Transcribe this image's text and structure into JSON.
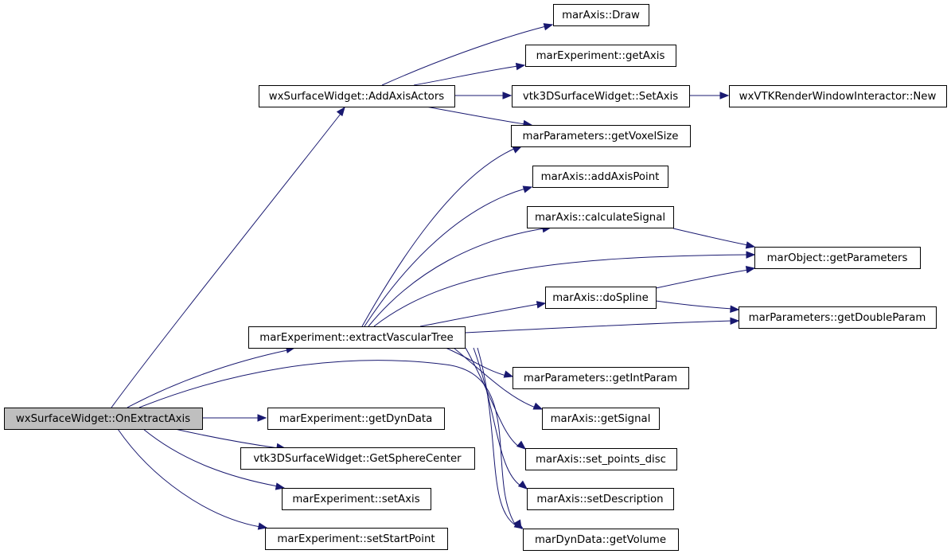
{
  "nodes": [
    {
      "id": "root",
      "label": "wxSurfaceWidget::OnExtractAxis",
      "root": true
    },
    {
      "id": "addAxisActors",
      "label": "wxSurfaceWidget::AddAxisActors"
    },
    {
      "id": "extractVascularTree",
      "label": "marExperiment::extractVascularTree"
    },
    {
      "id": "getDynData",
      "label": "marExperiment::getDynData"
    },
    {
      "id": "getSphereCenter",
      "label": "vtk3DSurfaceWidget::GetSphereCenter"
    },
    {
      "id": "setAxis",
      "label": "marExperiment::setAxis"
    },
    {
      "id": "setStartPoint",
      "label": "marExperiment::setStartPoint"
    },
    {
      "id": "axisDraw",
      "label": "marAxis::Draw"
    },
    {
      "id": "getAxis",
      "label": "marExperiment::getAxis"
    },
    {
      "id": "vtkSetAxis",
      "label": "vtk3DSurfaceWidget::SetAxis"
    },
    {
      "id": "rwiNew",
      "label": "wxVTKRenderWindowInteractor::New"
    },
    {
      "id": "getVoxelSize",
      "label": "marParameters::getVoxelSize"
    },
    {
      "id": "addAxisPoint",
      "label": "marAxis::addAxisPoint"
    },
    {
      "id": "calculateSignal",
      "label": "marAxis::calculateSignal"
    },
    {
      "id": "getParameters",
      "label": "marObject::getParameters"
    },
    {
      "id": "doSpline",
      "label": "marAxis::doSpline"
    },
    {
      "id": "getDoubleParam",
      "label": "marParameters::getDoubleParam"
    },
    {
      "id": "getIntParam",
      "label": "marParameters::getIntParam"
    },
    {
      "id": "getSignal",
      "label": "marAxis::getSignal"
    },
    {
      "id": "setPointsDisc",
      "label": "marAxis::set_points_disc"
    },
    {
      "id": "setDescription",
      "label": "marAxis::setDescription"
    },
    {
      "id": "getVolume",
      "label": "marDynData::getVolume"
    }
  ],
  "edges": [
    {
      "from": "root",
      "to": "addAxisActors"
    },
    {
      "from": "root",
      "to": "extractVascularTree"
    },
    {
      "from": "root",
      "to": "getDynData"
    },
    {
      "from": "root",
      "to": "getSphereCenter"
    },
    {
      "from": "root",
      "to": "setAxis"
    },
    {
      "from": "root",
      "to": "setStartPoint"
    },
    {
      "from": "root",
      "to": "getVolume"
    },
    {
      "from": "addAxisActors",
      "to": "axisDraw"
    },
    {
      "from": "addAxisActors",
      "to": "getAxis"
    },
    {
      "from": "addAxisActors",
      "to": "vtkSetAxis"
    },
    {
      "from": "addAxisActors",
      "to": "getVoxelSize"
    },
    {
      "from": "vtkSetAxis",
      "to": "rwiNew"
    },
    {
      "from": "extractVascularTree",
      "to": "getVoxelSize"
    },
    {
      "from": "extractVascularTree",
      "to": "addAxisPoint"
    },
    {
      "from": "extractVascularTree",
      "to": "calculateSignal"
    },
    {
      "from": "extractVascularTree",
      "to": "getParameters"
    },
    {
      "from": "extractVascularTree",
      "to": "doSpline"
    },
    {
      "from": "extractVascularTree",
      "to": "getDoubleParam"
    },
    {
      "from": "extractVascularTree",
      "to": "getIntParam"
    },
    {
      "from": "extractVascularTree",
      "to": "getSignal"
    },
    {
      "from": "extractVascularTree",
      "to": "setPointsDisc"
    },
    {
      "from": "extractVascularTree",
      "to": "setDescription"
    },
    {
      "from": "extractVascularTree",
      "to": "getVolume"
    },
    {
      "from": "calculateSignal",
      "to": "getParameters"
    },
    {
      "from": "doSpline",
      "to": "getParameters"
    },
    {
      "from": "doSpline",
      "to": "getDoubleParam"
    }
  ],
  "colors": {
    "edge": "#191970",
    "root_fill": "#bfbfbf",
    "node_fill": "#ffffff",
    "border": "#000000"
  }
}
